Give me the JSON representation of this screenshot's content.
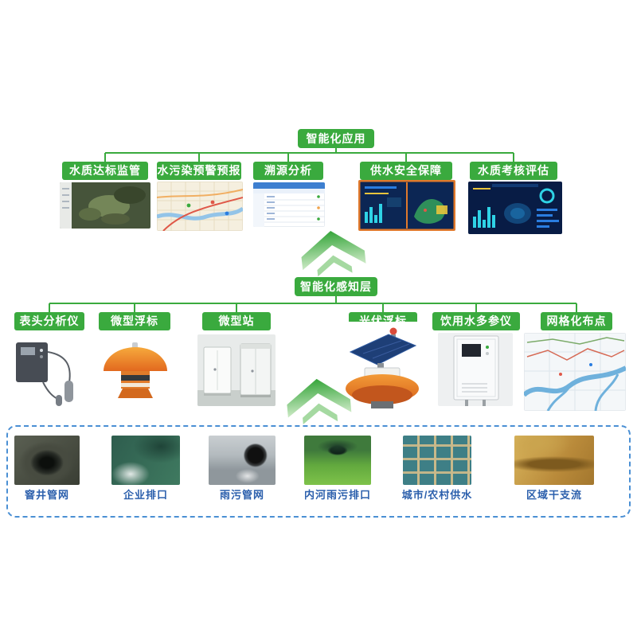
{
  "diagram": {
    "app_layer": {
      "header": "智能化应用",
      "items": [
        {
          "label": "水质达标监管"
        },
        {
          "label": "水污染预警预报"
        },
        {
          "label": "溯源分析"
        },
        {
          "label": "供水安全保障"
        },
        {
          "label": "水质考核评估"
        }
      ]
    },
    "perception_layer": {
      "header": "智能化感知层",
      "items": [
        {
          "label": "表头分析仪"
        },
        {
          "label": "微型浮标"
        },
        {
          "label": "微型站"
        },
        {
          "label": "光伏浮标"
        },
        {
          "label": "饮用水多参仪"
        },
        {
          "label": "网格化布点"
        }
      ]
    },
    "source_layer": {
      "items": [
        {
          "label": "窨井管网"
        },
        {
          "label": "企业排口"
        },
        {
          "label": "雨污管网"
        },
        {
          "label": "内河雨污排口"
        },
        {
          "label": "城市/农村供水"
        },
        {
          "label": "区域干支流"
        }
      ]
    },
    "colors": {
      "layer_green": "#3aaa3e",
      "source_label_blue": "#2b5fac",
      "dashed_border_blue": "#4a8fd4",
      "supply_frame_orange": "#e0792c"
    }
  }
}
